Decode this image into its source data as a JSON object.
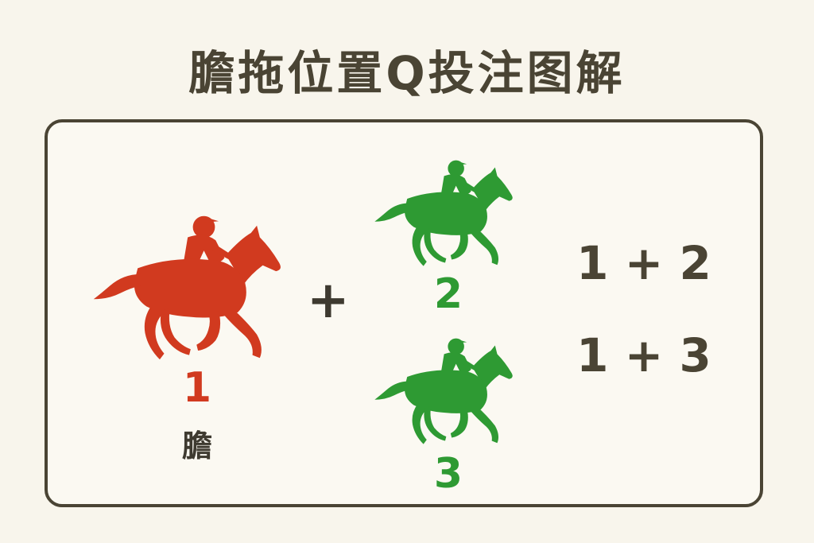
{
  "title": "膽拖位置Q投注图解",
  "colors": {
    "banker": "#d13a1f",
    "leg": "#2e9a33",
    "text": "#4a4434",
    "background": "#f8f5ec"
  },
  "banker": {
    "number": "1",
    "label": "膽"
  },
  "operator": "+",
  "legs": [
    {
      "number": "2"
    },
    {
      "number": "3"
    }
  ],
  "combinations": [
    "1 + 2",
    "1 + 3"
  ]
}
